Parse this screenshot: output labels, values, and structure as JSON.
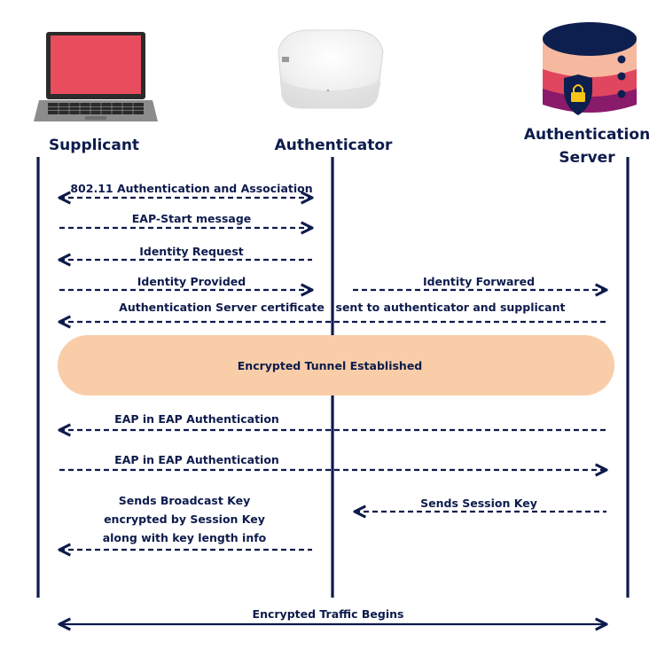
{
  "actors": {
    "supplicant": {
      "label": "Supplicant"
    },
    "authenticator": {
      "label": "Authenticator"
    },
    "server": {
      "label_line1": "Authentication",
      "label_line2": "Server"
    }
  },
  "messages": {
    "m1": "802.11 Authentication and Association",
    "m2": "EAP-Start message",
    "m3": "Identity Request",
    "m4": "Identity Provided",
    "m5": "Identity Forwared",
    "m6a": "Authentication Server certificate",
    "m6b": "sent to authenticator and supplicant",
    "tunnel": "Encrypted Tunnel Established",
    "m7": "EAP in EAP Authentication",
    "m8": "EAP in EAP Authentication",
    "m9_line1": "Sends Broadcast Key",
    "m9_line2": "encrypted by Session Key",
    "m9_line3": "along with key length info",
    "m10": "Sends Session Key",
    "m11": "Encrypted Traffic Begins"
  },
  "colors": {
    "navy": "#0d1b4c",
    "tunnel": "#f8cda8",
    "laptop_screen": "#e94c5c",
    "server_top": "#0d1f4f",
    "server_band1": "#f7b8a0",
    "server_band2": "#e0475e",
    "server_band3": "#8a1a6a",
    "shield": "#0d1f4f",
    "lock": "#f5c518"
  },
  "icons": [
    "laptop-icon",
    "access-point-icon",
    "database-server-icon",
    "lock-shield-icon"
  ]
}
